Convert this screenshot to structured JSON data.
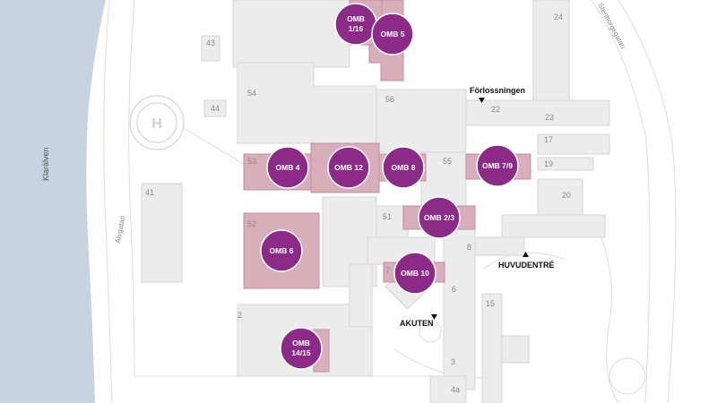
{
  "colors": {
    "river": "#c7d3e0",
    "building": "#ececec",
    "building_stroke": "#d6d6d6",
    "road_line": "#dddddd",
    "ward_area": "#d9aebb",
    "ward_area_stroke": "#c58ea0",
    "ward_marker": "#8c2a88",
    "ward_text": "#ffffff",
    "label_text": "#111111",
    "number_text": "#8a8a8a"
  },
  "river": {
    "name": "Klarälven"
  },
  "streets": {
    "alvgatan": "Älvgatan",
    "east": "Stenborgsgatan"
  },
  "building_numbers": {
    "b43": "43",
    "b44": "44",
    "b54": "54",
    "b56": "56",
    "b24": "24",
    "b22": "22",
    "b23": "23",
    "b17": "17",
    "b19": "19",
    "b20": "20",
    "b53": "53",
    "b55": "55",
    "b41": "41",
    "b51": "51",
    "b52": "52",
    "b8": "8",
    "b7": "7",
    "b6": "6",
    "b15": "15",
    "b2": "2",
    "b3": "3",
    "b4a": "4a"
  },
  "wards": {
    "omb1_16": {
      "line1": "OMB",
      "line2": "1/16"
    },
    "omb5": {
      "line1": "OMB 5"
    },
    "omb4": {
      "line1": "OMB 4"
    },
    "omb12": {
      "line1": "OMB 12"
    },
    "omb8": {
      "line1": "OMB 8"
    },
    "omb7_9": {
      "line1": "OMB 7/9"
    },
    "omb2_3": {
      "line1": "OMB 2/3"
    },
    "omb6": {
      "line1": "OMB 6"
    },
    "omb10": {
      "line1": "OMB 10"
    },
    "omb14_15": {
      "line1": "OMB",
      "line2": "14/15"
    }
  },
  "entrances": {
    "forlossningen": "Förlossningen",
    "huvudentre": "HUVUDENTRÉ",
    "akuten": "AKUTEN"
  },
  "icons": {
    "helipad": "helipad-icon",
    "arrow": "arrow-triangle-icon"
  }
}
